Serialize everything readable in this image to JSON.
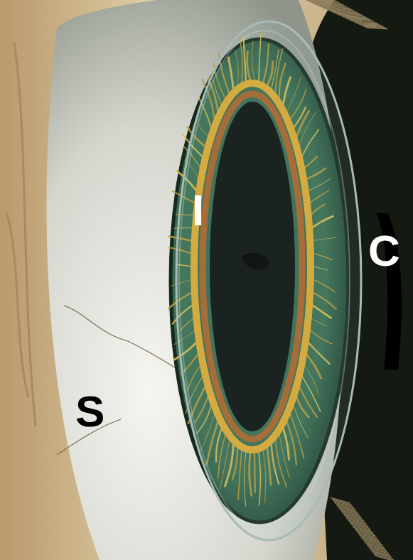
{
  "diagram": {
    "labels": [
      "I",
      "C",
      "S"
    ]
  }
}
